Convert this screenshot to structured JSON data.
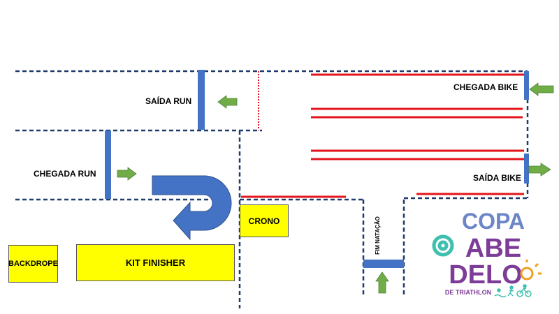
{
  "labels": {
    "saida_run": "SAÍDA RUN",
    "chegada_run": "CHEGADA RUN",
    "chegada_bike": "CHEGADA BIKE",
    "saida_bike": "SAÍDA BIKE",
    "fim_natacao": "FIM NATAÇÃO"
  },
  "boxes": {
    "crono": "CRONO",
    "kit_finisher": "KIT FINISHER",
    "backdrope": "BACKDROPE"
  },
  "logo": {
    "line1": "COPA",
    "line2": "ABE",
    "line3": "DELO",
    "tagline": "DE TRIATHLON"
  },
  "colors": {
    "boundary": "#1f3a6e",
    "barrier_red": "#e3141b",
    "gate_blue": "#4472c4",
    "arrow_green": "#70ad47",
    "box_yellow": "#ffff00",
    "logo_purple": "#7d3c98",
    "logo_teal": "#3fbfb0",
    "logo_blue": "#6c86c8",
    "logo_orange": "#f0a020"
  },
  "icons": [
    "arrow-left-icon",
    "arrow-right-icon",
    "arrow-up-icon",
    "u-turn-arrow-icon",
    "swimmer-icon",
    "cyclist-icon",
    "runner-icon"
  ]
}
